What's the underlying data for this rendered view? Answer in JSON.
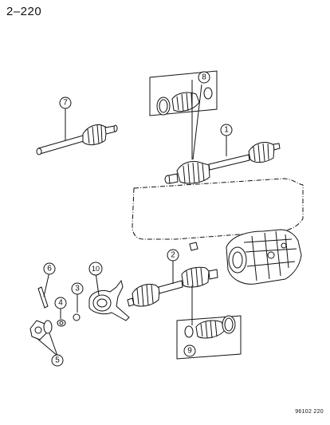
{
  "page_number": "2–220",
  "figure_code": "96102 220",
  "callouts": [
    {
      "id": "1",
      "label": "1"
    },
    {
      "id": "2",
      "label": "2"
    },
    {
      "id": "3",
      "label": "3"
    },
    {
      "id": "4",
      "label": "4"
    },
    {
      "id": "5",
      "label": "5"
    },
    {
      "id": "6",
      "label": "6"
    },
    {
      "id": "7",
      "label": "7"
    },
    {
      "id": "8",
      "label": "8"
    },
    {
      "id": "9",
      "label": "9"
    },
    {
      "id": "10",
      "label": "10"
    }
  ]
}
